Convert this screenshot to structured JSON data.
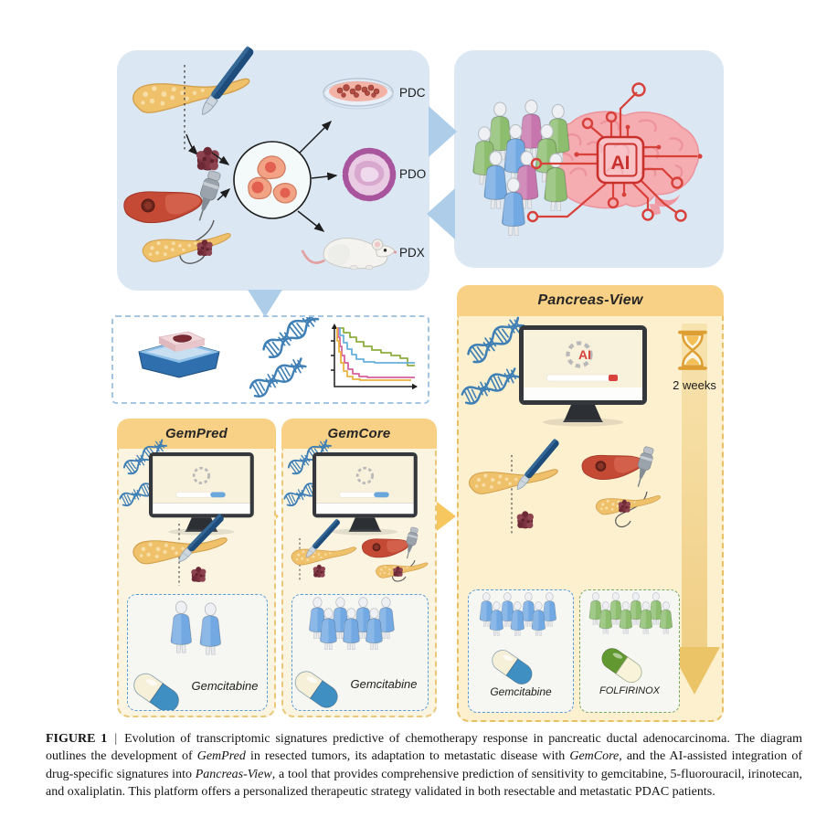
{
  "figure": {
    "panels": {
      "models": {
        "pdc_label": "PDC",
        "pdo_label": "PDO",
        "pdx_label": "PDX"
      },
      "ai": {
        "chip_label": "AI"
      },
      "gempred": {
        "title": "GemPred",
        "cohort_drug": "Gemcitabine"
      },
      "gemcore": {
        "title": "GemCore",
        "cohort_drug": "Gemcitabine"
      },
      "pancreas_view": {
        "title": "Pancreas-View",
        "screen_label": "AI",
        "turnaround": "2 weeks",
        "cohort_left_drug": "Gemcitabine",
        "cohort_right_drug": "FOLFIRINOX"
      }
    },
    "colors": {
      "panel_blue": "#dbe8f4",
      "header_orange": "#f8d086",
      "panel_cream": "#fbf4e1",
      "panel_deep_cream": "#fcf0cf",
      "arrow_blue": "#aecde9",
      "arrow_yellow": "#f6c75f",
      "people_blue": "#72a9e2",
      "people_green": "#8dbd6f",
      "people_magenta": "#c776ad",
      "circuit_red": "#d8403a",
      "dna_blue": "#3e7fb5"
    }
  },
  "caption": {
    "label": "FIGURE 1",
    "separator": "|",
    "segments": [
      {
        "text": "Evolution of transcriptomic signatures predictive of chemotherapy response in pancreatic ductal adenocarcinoma. The diagram outlines the development of ",
        "italic": false
      },
      {
        "text": "GemPred",
        "italic": true
      },
      {
        "text": " in resected tumors, its adaptation to metastatic disease with ",
        "italic": false
      },
      {
        "text": "GemCore",
        "italic": true
      },
      {
        "text": ", and the AI-assisted integration of drug-specific signatures into ",
        "italic": false
      },
      {
        "text": "Pancreas-View",
        "italic": true
      },
      {
        "text": ", a tool that provides comprehensive prediction of sensitivity to gemcitabine, 5-fluorouracil, irinotecan, and oxaliplatin. This platform offers a personalized therapeutic strategy validated in both resectable and metastatic PDAC patients.",
        "italic": false
      }
    ]
  }
}
